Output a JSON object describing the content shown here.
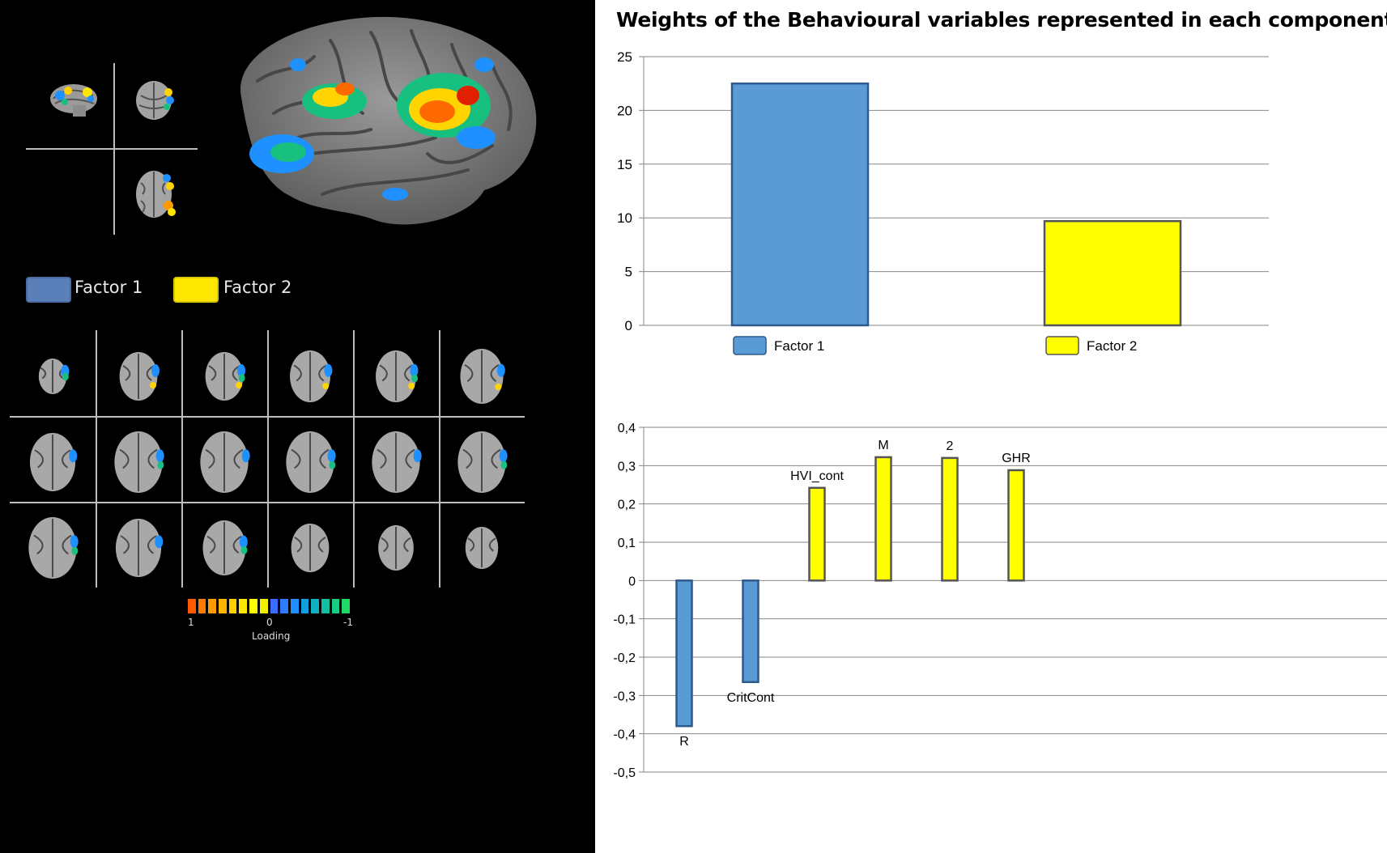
{
  "legend": {
    "items": [
      {
        "label": "Factor 1",
        "color": "#5b9bd5"
      },
      {
        "label": "Factor 2",
        "color": "#ffff00"
      }
    ]
  },
  "colorbar": {
    "tick_left": "1",
    "tick_mid": "0",
    "tick_right": "-1",
    "label": "Loading",
    "colors": [
      "#ff5a00",
      "#ff7a00",
      "#ff9a00",
      "#ffb400",
      "#ffcf00",
      "#ffe600",
      "#ffff00",
      "#f0f000",
      "#3a6cff",
      "#2f7bff",
      "#1f8fff",
      "#129fe0",
      "#0fb0c0",
      "#12bfa0",
      "#18cc80",
      "#20d865"
    ]
  },
  "chart_data": [
    {
      "type": "bar",
      "title": "Weights of the Behavioural variables represented in each component",
      "categories": [
        "Factor 1",
        "Factor 2"
      ],
      "values": [
        22.5,
        9.7
      ],
      "colors": [
        "#5b9bd5",
        "#ffff00"
      ],
      "ylim": [
        0,
        25
      ],
      "yticks": [
        "0",
        "5",
        "10",
        "15",
        "20",
        "25"
      ],
      "grid": true,
      "legend": "bottom"
    },
    {
      "type": "bar",
      "categories": [
        "R",
        "CritCont",
        "HVI_cont",
        "M",
        "2",
        "GHR"
      ],
      "values": [
        -0.38,
        -0.265,
        0.242,
        0.322,
        0.32,
        0.288
      ],
      "groups": [
        "Factor 1",
        "Factor 1",
        "Factor 2",
        "Factor 2",
        "Factor 2",
        "Factor 2"
      ],
      "colors": [
        "#5b9bd5",
        "#5b9bd5",
        "#ffff00",
        "#ffff00",
        "#ffff00",
        "#ffff00"
      ],
      "ylim": [
        -0.5,
        0.4
      ],
      "yticks": [
        "0,4",
        "0,3",
        "0,2",
        "0,1",
        "0",
        "-0,1",
        "-0,2",
        "-0,3",
        "-0,4",
        "-0,5"
      ],
      "grid": true
    }
  ]
}
